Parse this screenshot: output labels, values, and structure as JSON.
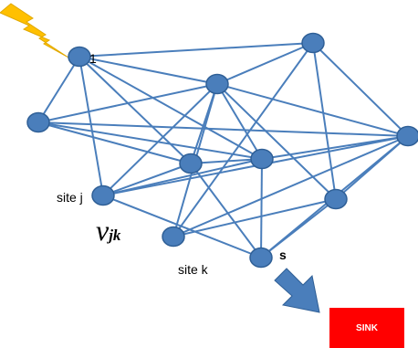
{
  "colors": {
    "node": "#4a7ebb",
    "edge": "#4a7ebb",
    "lightning": "#ffc000",
    "arrow": "#4a7ebb",
    "sink": "#ff0000"
  },
  "icons": {
    "lightning": "lightning-bolt-icon",
    "arrow": "down-right-arrow-icon"
  },
  "nodes": [
    {
      "id": "n1",
      "label": "1"
    },
    {
      "id": "n2",
      "label": ""
    },
    {
      "id": "n3",
      "label": ""
    },
    {
      "id": "n4",
      "label": ""
    },
    {
      "id": "n5",
      "label": ""
    },
    {
      "id": "n6",
      "label": ""
    },
    {
      "id": "n7",
      "label": ""
    },
    {
      "id": "n8",
      "label": ""
    },
    {
      "id": "n9",
      "label": ""
    },
    {
      "id": "n10",
      "label": ""
    },
    {
      "id": "n11",
      "label": ""
    }
  ],
  "edges": [
    [
      "n1",
      "n2"
    ],
    [
      "n1",
      "n3"
    ],
    [
      "n1",
      "n4"
    ],
    [
      "n1",
      "n5"
    ],
    [
      "n1",
      "n6"
    ],
    [
      "n1",
      "n9"
    ],
    [
      "n2",
      "n3"
    ],
    [
      "n2",
      "n7"
    ],
    [
      "n2",
      "n8"
    ],
    [
      "n2",
      "n10"
    ],
    [
      "n3",
      "n4"
    ],
    [
      "n3",
      "n5"
    ],
    [
      "n3",
      "n6"
    ],
    [
      "n3",
      "n7"
    ],
    [
      "n3",
      "n8"
    ],
    [
      "n3",
      "n9"
    ],
    [
      "n3",
      "n10"
    ],
    [
      "n4",
      "n5"
    ],
    [
      "n4",
      "n7"
    ],
    [
      "n4",
      "n6"
    ],
    [
      "n5",
      "n6"
    ],
    [
      "n5",
      "n9"
    ],
    [
      "n5",
      "n11"
    ],
    [
      "n6",
      "n7"
    ],
    [
      "n6",
      "n9"
    ],
    [
      "n6",
      "n11"
    ],
    [
      "n7",
      "n8"
    ],
    [
      "n7",
      "n9"
    ],
    [
      "n7",
      "n10"
    ],
    [
      "n7",
      "n11"
    ],
    [
      "n8",
      "n10"
    ],
    [
      "n8",
      "n11"
    ],
    [
      "n9",
      "n11"
    ]
  ],
  "labels": {
    "node_1": "1",
    "site_j": "site j",
    "site_k": "site k",
    "s": "s",
    "v": "v",
    "v_sub": "jk",
    "sink": "SINK"
  }
}
